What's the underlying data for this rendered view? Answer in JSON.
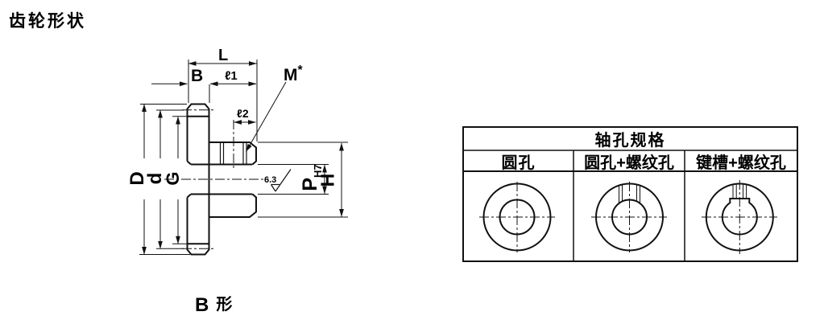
{
  "title": "齿轮形状",
  "shape_label": {
    "letter": "B",
    "suffix": "形"
  },
  "dimensions": {
    "L": "L",
    "B": "B",
    "l1": "ℓ1",
    "l2": "ℓ2",
    "M": "M",
    "M_sup": "*",
    "D": "D",
    "d": "d",
    "G": "G",
    "P": "P",
    "P_sub": "H7",
    "H": "H",
    "roughness": "6.3"
  },
  "table": {
    "title": "轴孔规格",
    "columns": [
      "圆孔",
      "圆孔+螺纹孔",
      "键槽+螺纹孔"
    ]
  },
  "colors": {
    "ink": "#111111",
    "background": "#ffffff"
  }
}
